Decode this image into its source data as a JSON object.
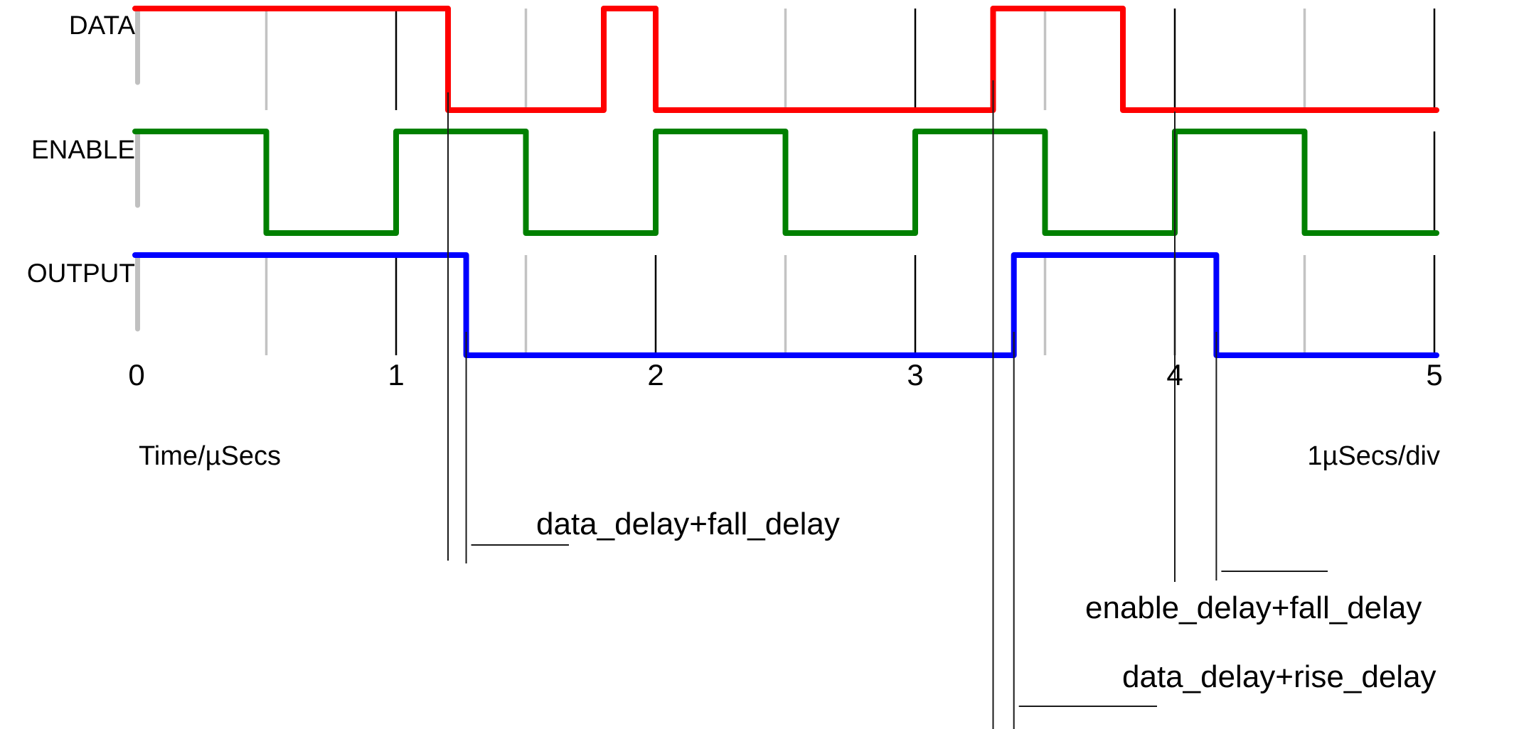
{
  "chart_data": {
    "type": "digital-timing",
    "title": "",
    "xlabel": "Time/µSecs",
    "scale_label": "1µSecs/div",
    "xlim": [
      0,
      5
    ],
    "x_major_ticks": [
      1,
      2,
      3,
      4,
      5
    ],
    "x_minor_ticks": [
      0.5,
      1.5,
      2.5,
      3.5,
      4.5
    ],
    "x_tick_labels": [
      "0",
      "1",
      "2",
      "3",
      "4",
      "5"
    ],
    "grid": true,
    "legend_position": "none",
    "signals": [
      {
        "name": "DATA",
        "color": "#ff0000",
        "initial_level": "high",
        "edge_times": [
          1.2,
          1.8,
          2.0,
          3.3,
          3.8
        ]
      },
      {
        "name": "ENABLE",
        "color": "#008000",
        "initial_level": "high",
        "edge_times": [
          0.5,
          1.0,
          1.5,
          2.0,
          2.5,
          3.0,
          3.5,
          4.0,
          4.5
        ]
      },
      {
        "name": "OUTPUT",
        "color": "#0000ff",
        "initial_level": "high",
        "edge_times": [
          1.27,
          3.38,
          4.16
        ]
      }
    ],
    "annotations": [
      {
        "label": "data_delay+fall_delay",
        "marker_times": [
          1.2,
          1.27
        ]
      },
      {
        "label": "enable_delay+fall_delay",
        "marker_times": [
          4.0,
          4.16
        ]
      },
      {
        "label": "data_delay+rise_delay",
        "marker_times": [
          3.3,
          3.38
        ]
      }
    ],
    "colors": {
      "background": "#ffffff",
      "grid_minor": "#c3c3c3",
      "grid_major": "#000000",
      "origin_tick": "#c0c0c0",
      "marker_line": "#1a1a1a",
      "text": "#000000"
    }
  }
}
